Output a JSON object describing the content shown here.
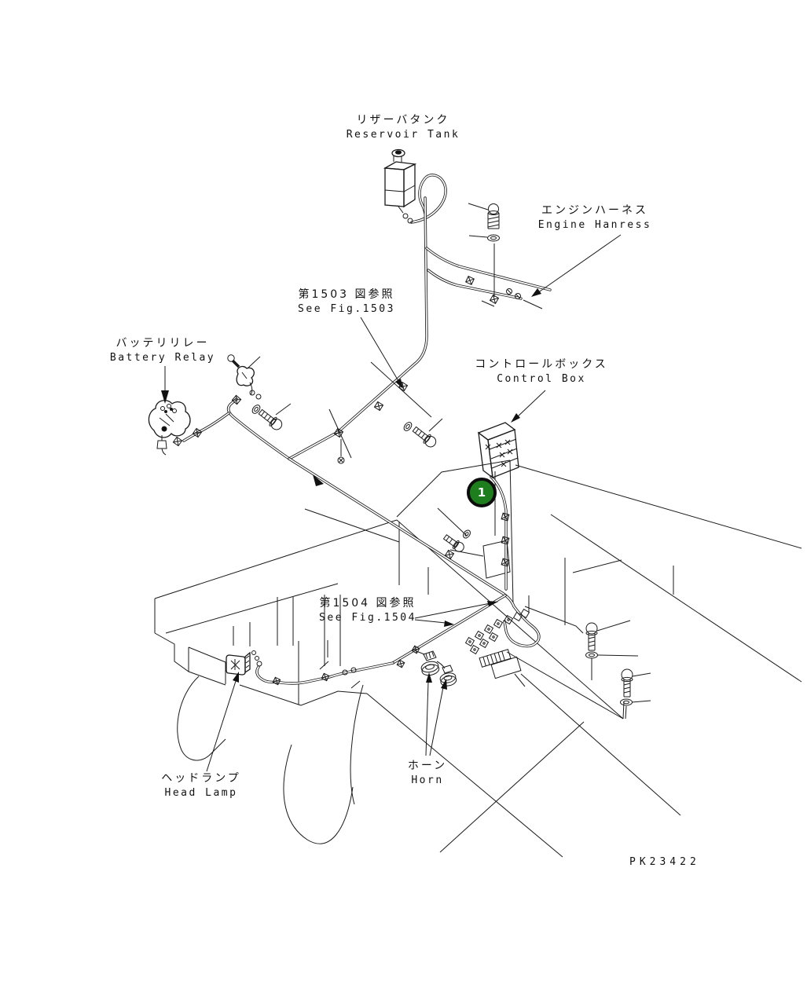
{
  "figure": {
    "drawing_number": "PK23422",
    "callout": {
      "number": "1"
    },
    "colors": {
      "line": "#1a1a1a",
      "background": "#ffffff",
      "callout_fill": "#1e7e1e",
      "callout_border": "#0d0d0d",
      "callout_text": "#ffffff"
    },
    "labels": {
      "reservoir_tank": {
        "jp": "リザーバタンク",
        "en": "Reservoir Tank"
      },
      "engine_harness": {
        "jp": "エンジンハーネス",
        "en": "Engine Hanress"
      },
      "see_fig_1503": {
        "jp": "第1503 図参照",
        "en": "See Fig.1503"
      },
      "battery_relay": {
        "jp": "バッテリリレー",
        "en": "Battery Relay"
      },
      "control_box": {
        "jp": "コントロールボックス",
        "en": "Control Box"
      },
      "see_fig_1504": {
        "jp": "第1504 図参照",
        "en": "See Fig.1504"
      },
      "head_lamp": {
        "jp": "ヘッドランプ",
        "en": "Head Lamp"
      },
      "horn": {
        "jp": "ホーン",
        "en": "Horn"
      }
    }
  }
}
